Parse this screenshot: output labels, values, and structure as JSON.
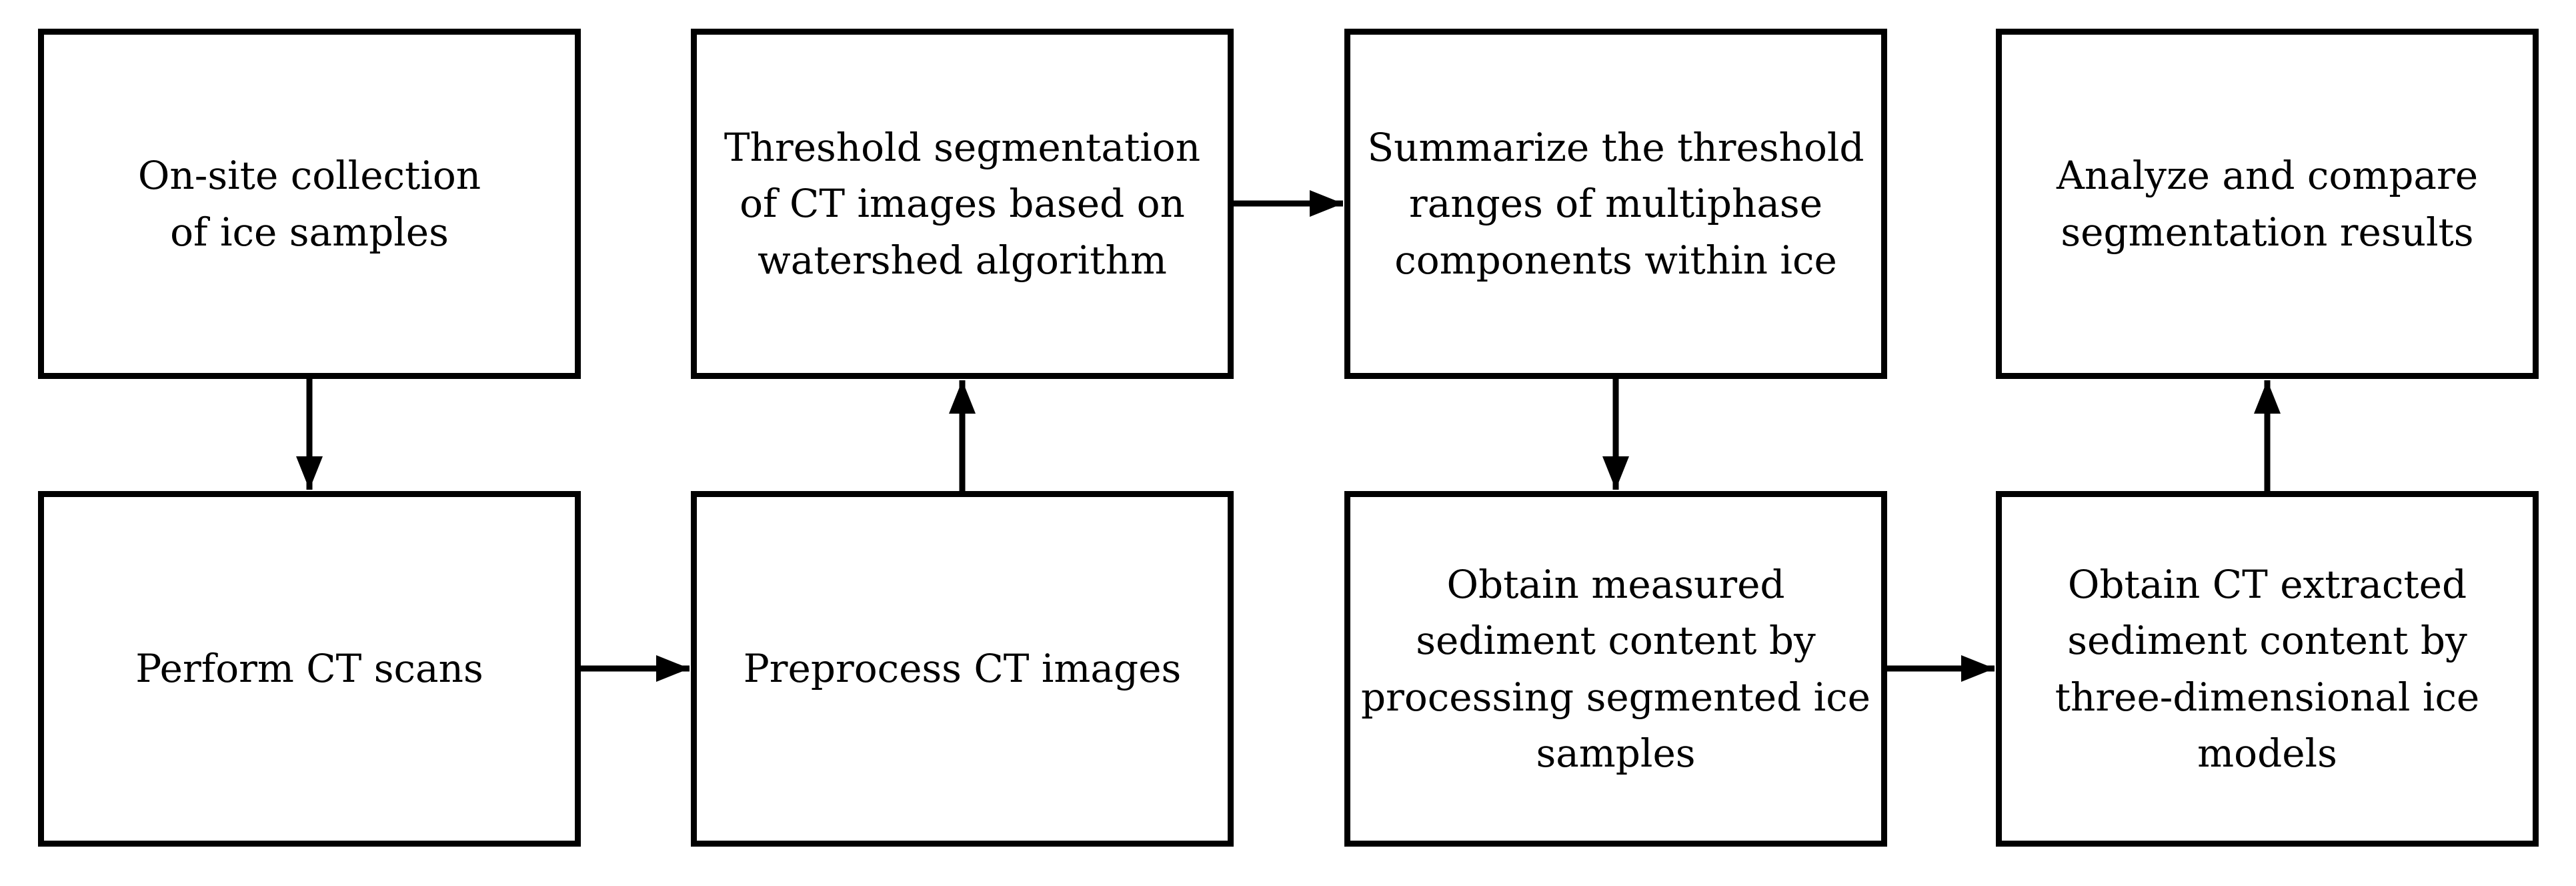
{
  "boxes": {
    "collect": [
      "On-site collection",
      "of ice samples"
    ],
    "ct_scan": [
      "Perform CT scans"
    ],
    "preprocess": [
      "Preprocess CT images"
    ],
    "threshold_seg": [
      "Threshold segmentation",
      "of CT images based on",
      "watershed algorithm"
    ],
    "summarize": [
      "Summarize the threshold",
      "ranges of multiphase",
      "components within ice"
    ],
    "measured": [
      "Obtain measured",
      "sediment content by",
      "processing segmented ice",
      "samples"
    ],
    "extracted": [
      "Obtain CT extracted",
      "sediment content by",
      "three-dimensional ice",
      "models"
    ],
    "analyze": [
      "Analyze and compare",
      "segmentation results"
    ]
  },
  "colors": {
    "stroke": "#000000",
    "background": "#ffffff"
  }
}
